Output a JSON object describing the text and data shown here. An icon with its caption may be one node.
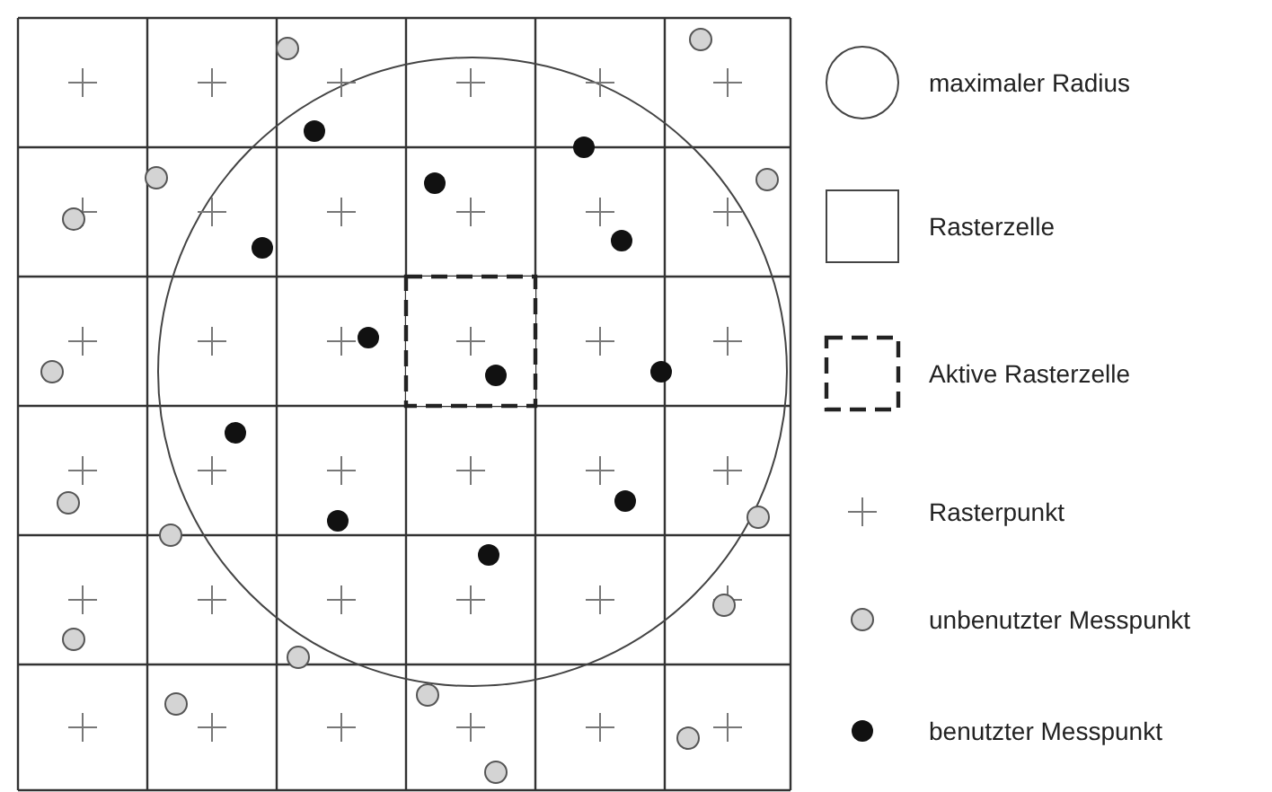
{
  "diagram": {
    "legend": [
      {
        "text": "maximaler Radius"
      },
      {
        "text": "Rasterzelle"
      },
      {
        "text": "Aktive Rasterzelle"
      },
      {
        "text": "Rasterpunkt"
      },
      {
        "text": "unbenutzter Messpunkt"
      },
      {
        "text": "benutzter Messpunkt"
      }
    ]
  }
}
